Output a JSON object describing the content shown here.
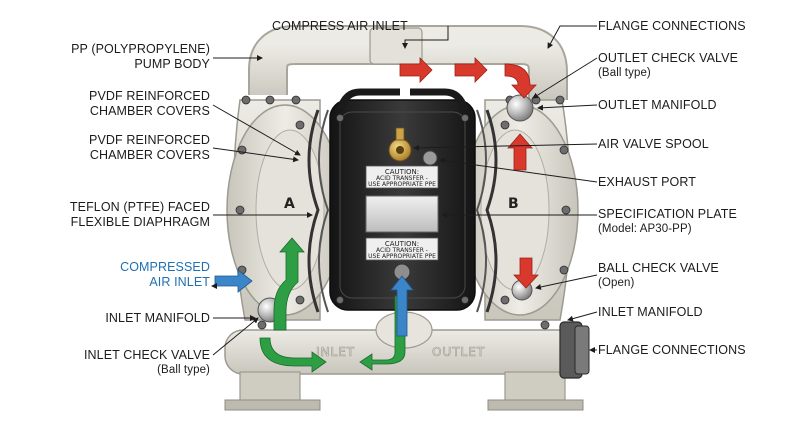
{
  "labels": {
    "compress_air_inlet_top": "COMPRESS AIR INLET",
    "flange_connections_top": "FLANGE CONNECTIONS",
    "pump_body": [
      "PP (POLYPROPYLENE)",
      "PUMP BODY"
    ],
    "chamber_covers_1": [
      "PVDF REINFORCED",
      "CHAMBER COVERS"
    ],
    "chamber_covers_2": [
      "PVDF REINFORCED",
      "CHAMBER COVERS"
    ],
    "diaphragm": [
      "TEFLON (PTFE) FACED",
      "FLEXIBLE DIAPHRAGM"
    ],
    "compressed_air_inlet": [
      "COMPRESSED",
      "AIR INLET"
    ],
    "inlet_manifold_left": "INLET MANIFOLD",
    "inlet_check_valve": [
      "INLET CHECK VALVE",
      "(Ball type)"
    ],
    "outlet_check_valve": [
      "OUTLET CHECK VALVE",
      "(Ball type)"
    ],
    "outlet_manifold": "OUTLET MANIFOLD",
    "air_valve_spool": "AIR VALVE SPOOL",
    "exhaust_port": "EXHAUST PORT",
    "specification_plate": [
      "SPECIFICATION PLATE",
      "(Model: AP30-PP)"
    ],
    "ball_check_valve": [
      "BALL CHECK VALVE",
      "(Open)"
    ],
    "inlet_manifold_right": "INLET MANIFOLD",
    "flange_connections_bottom": "FLANGE CONNECTIONS"
  },
  "pump_markings": {
    "chamber_a": "A",
    "chamber_b": "B",
    "inlet_mold": "INLET",
    "outlet_mold": "OUTLET",
    "caution_top": [
      "CAUTION:",
      "ACID TRANSFER -",
      "USE APPROPRIATE PPE"
    ],
    "caution_bottom": [
      "CAUTION:",
      "ACID TRANSFER -",
      "USE APPROPRIATE PPE"
    ]
  },
  "colors": {
    "flow_red": "#d9382c",
    "flow_green": "#2e9e45",
    "air_blue": "#3a86c8",
    "body_grey": "#d9d7cf",
    "center_black": "#232323"
  }
}
